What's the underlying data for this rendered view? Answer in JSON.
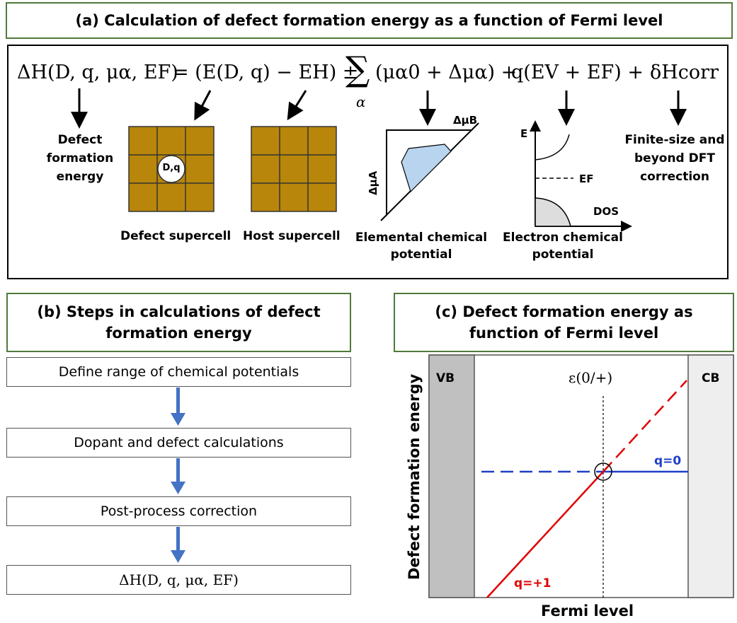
{
  "panel_a": {
    "title": "(a) Calculation of defect formation energy as a function of Fermi level",
    "equation": {
      "lhs": "ΔH(D, q, μα, EF)",
      "term1": "= (E(D, q) − EH) ±",
      "sum": "∑",
      "sum_index": "α",
      "term2": "(μα0 + Δμα) +",
      "term3": "q(EV + EF) +",
      "term4": "δHcorr"
    },
    "labels": {
      "defect_energy": "Defect formation energy",
      "defect_supercell": "Defect supercell",
      "host_supercell": "Host supercell",
      "elemental": "Elemental chemical potential",
      "electron": "Electron chemical potential",
      "correction": "Finite-size and beyond DFT correction",
      "defect_site": "D,q",
      "mu_b": "ΔμB",
      "mu_a": "ΔμA",
      "e_axis": "E",
      "ef_label": "EF",
      "dos": "DOS"
    },
    "colors": {
      "supercell": "#b8860b",
      "region": "#b8d4ef",
      "dos_fill": "#dddddd",
      "frame": "#4f7a3a"
    }
  },
  "panel_b": {
    "title": "(b) Steps in calculations of defect formation energy",
    "steps": [
      "Define range of chemical potentials",
      "Dopant and defect calculations",
      "Post-process correction",
      "ΔH(D, q, μα, EF)"
    ],
    "arrow_color": "#4472c4"
  },
  "panel_c": {
    "title": "(c) Defect formation energy as function of Fermi level",
    "vb": "VB",
    "cb": "CB",
    "transition": "ε(0/+)",
    "q0": "q=0",
    "q1": "q=+1",
    "xlabel": "Fermi level",
    "ylabel": "Defect formation energy",
    "colors": {
      "q0": "#1f3fc8",
      "q1": "#e00000",
      "vb": "#c0c0c0",
      "cb": "#eeeeee"
    }
  }
}
